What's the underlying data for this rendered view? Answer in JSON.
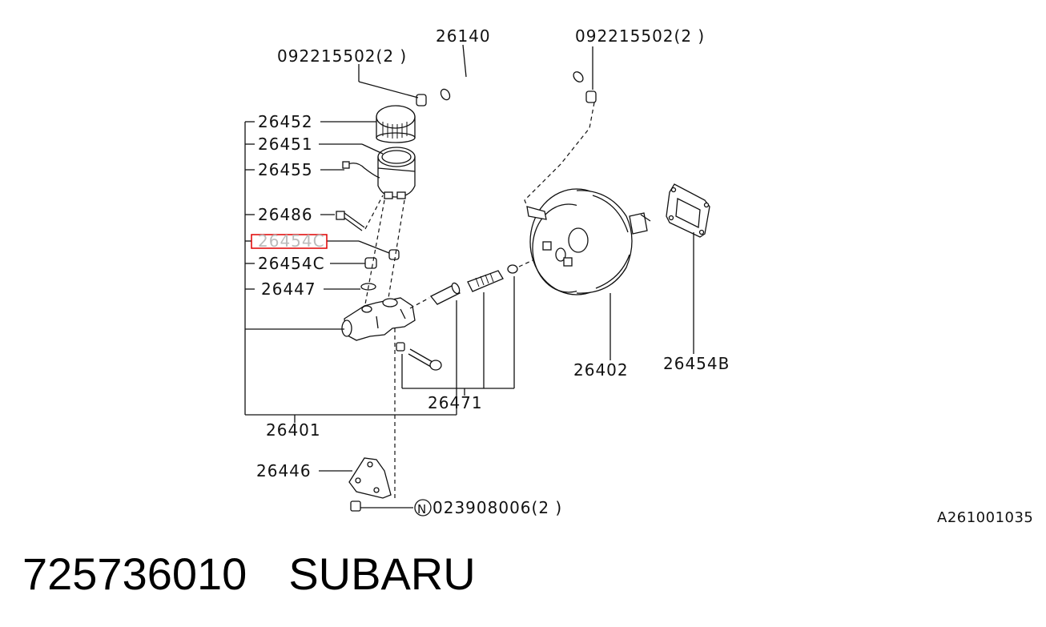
{
  "diagram": {
    "labels": {
      "p26140": "26140",
      "clip_left": "092215502(2 )",
      "clip_right": "092215502(2 )",
      "p26452": "26452",
      "p26451": "26451",
      "p26455": "26455",
      "p26486": "26486",
      "p26454c_hl": "26454C",
      "p26454c": "26454C",
      "p26447": "26447",
      "p26402": "26402",
      "p26454b": "26454B",
      "p26471": "26471",
      "p26401": "26401",
      "p26446": "26446",
      "nut_circle": "N",
      "nut": "023908006(2 )",
      "ref": "A261001035"
    },
    "highlight_color": "#e00000"
  },
  "footer": {
    "part_number": "725736010",
    "brand": "SUBARU"
  }
}
